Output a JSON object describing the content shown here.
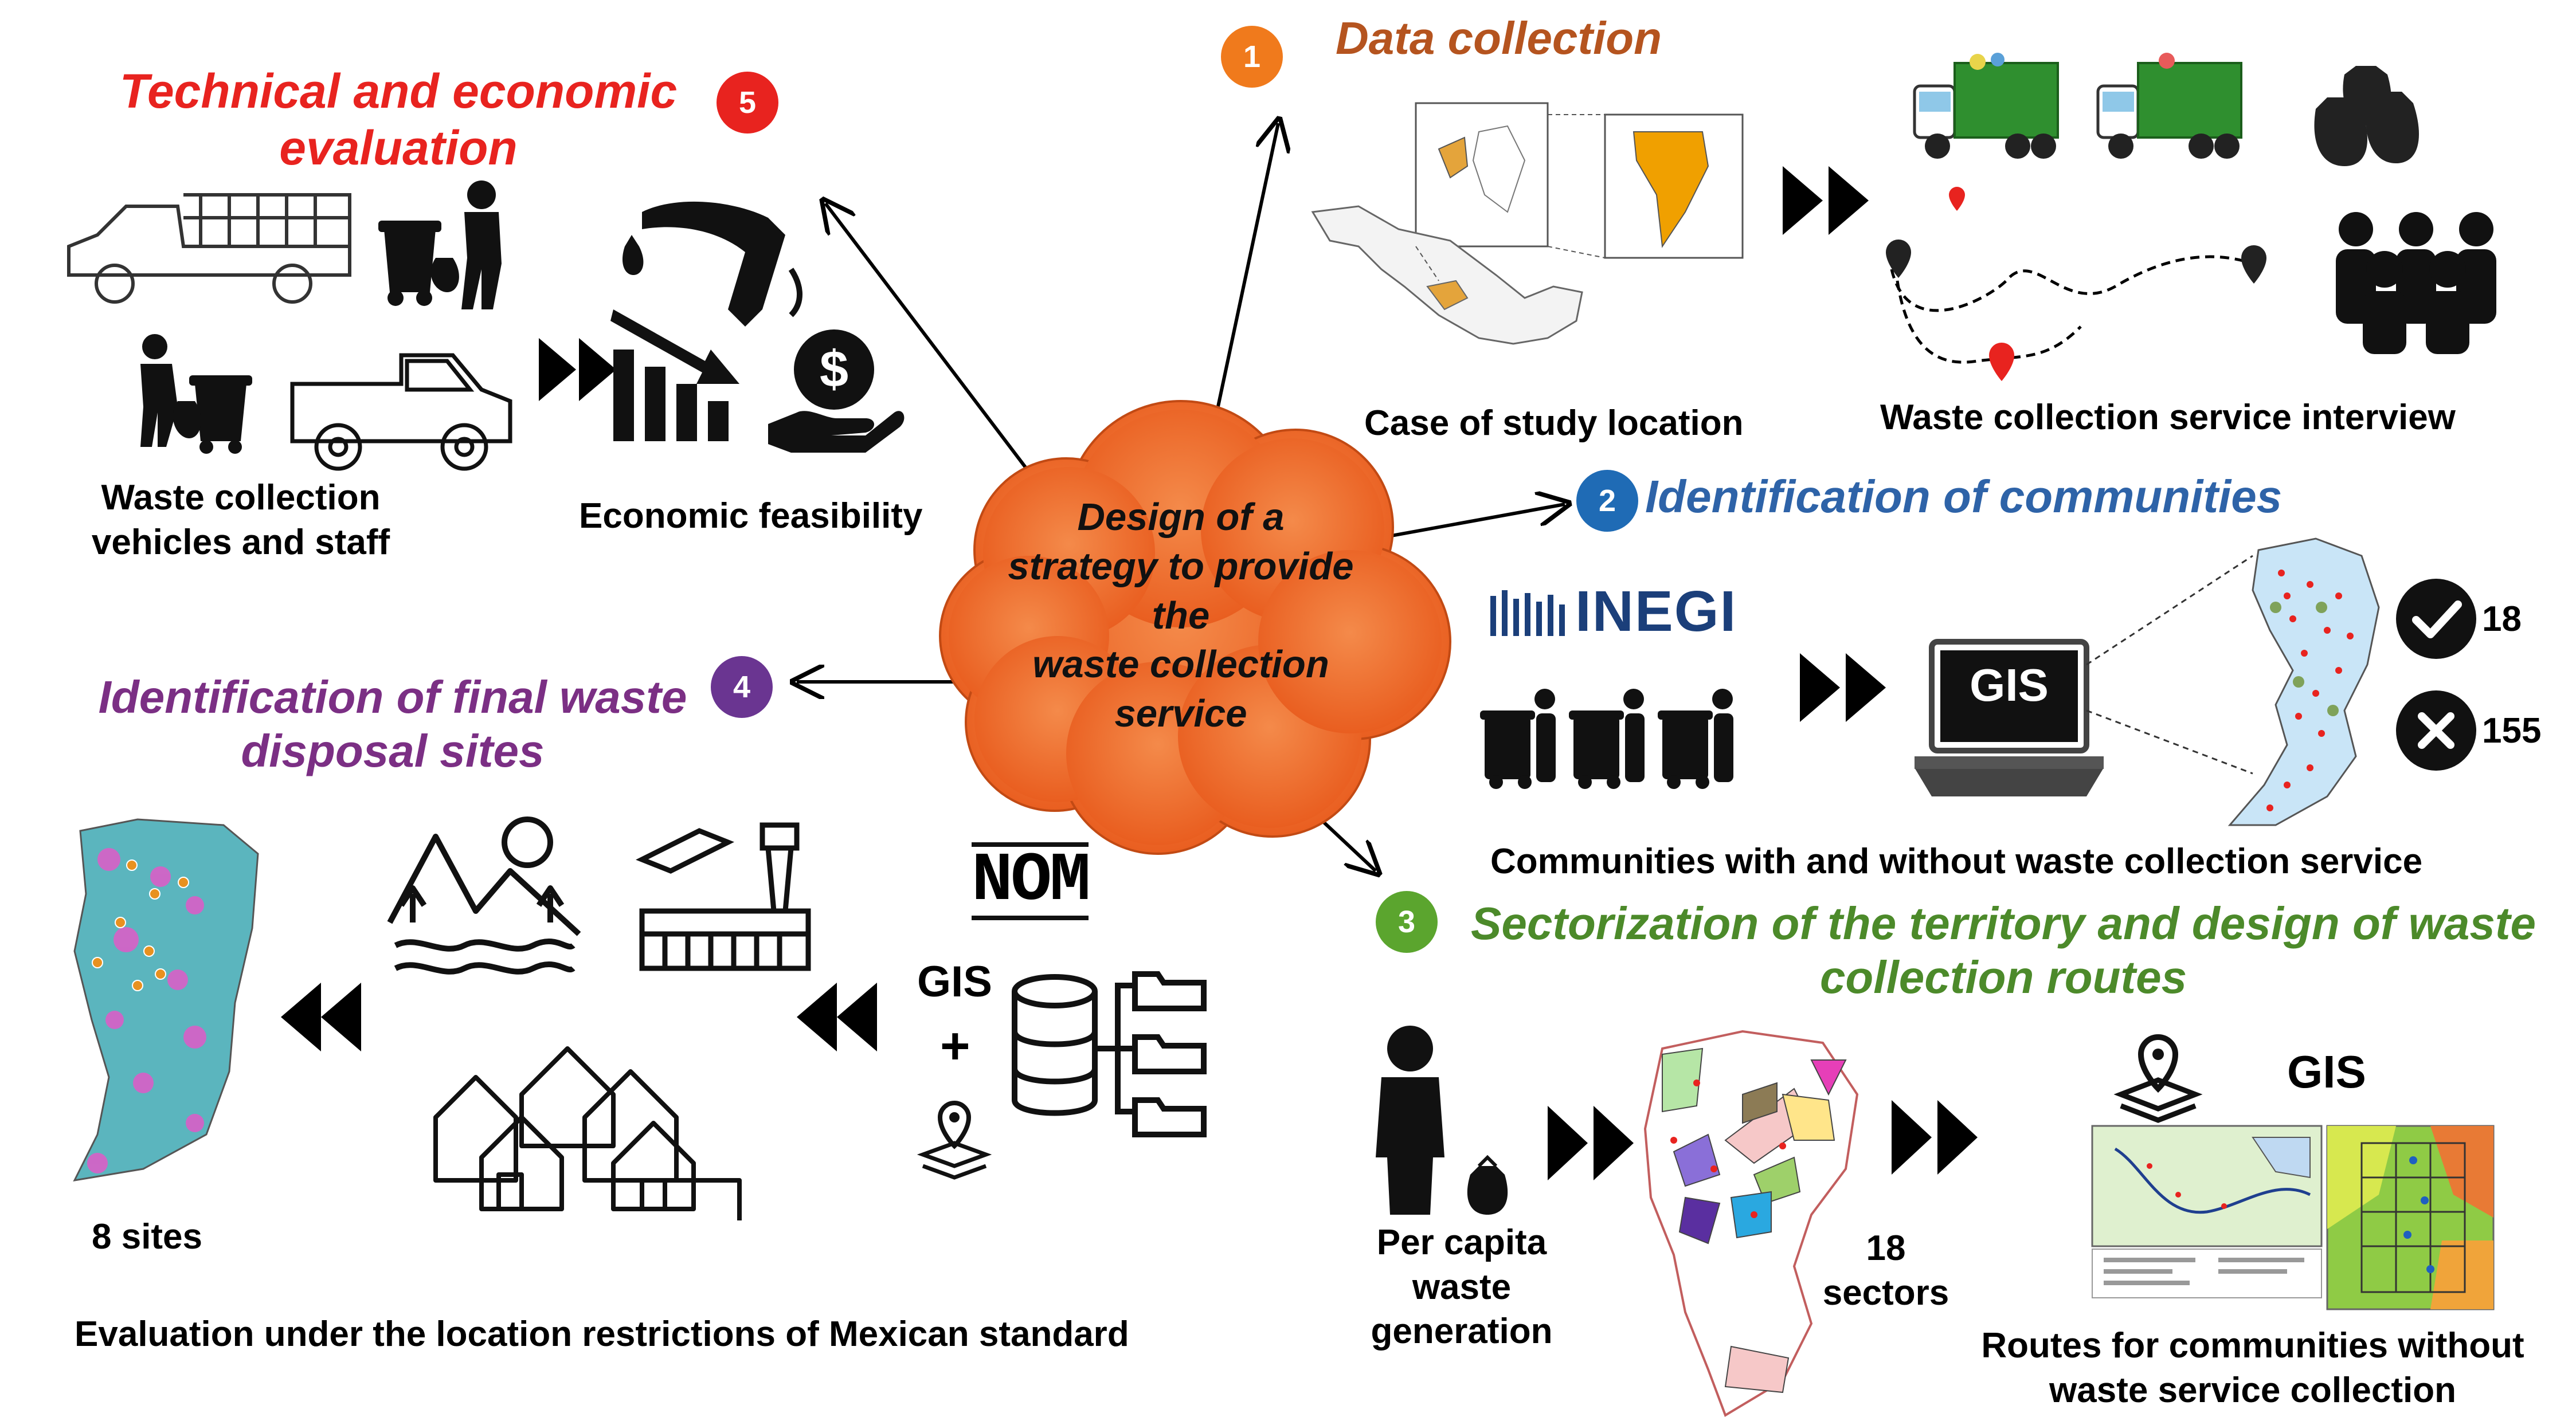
{
  "center": {
    "text": "Design of a strategy to provide the waste collection service",
    "lines": [
      "Design of a",
      "strategy to provide",
      "the",
      "waste collection",
      "service"
    ],
    "cloud_color": "#F26B2A"
  },
  "steps": [
    {
      "number": "1",
      "title": "Data collection",
      "color": "#F07A1C",
      "title_color": "#B5541F",
      "captions": [
        "Case of study location",
        "Waste collection service interview"
      ]
    },
    {
      "number": "2",
      "title": "Identification of communities",
      "color": "#1F6BB5",
      "title_color": "#2E63A8",
      "labels": {
        "inegi": "INEGI",
        "gis": "GIS",
        "with_count": "18",
        "without_count": "155"
      },
      "captions": [
        "Communities with and without waste collection service"
      ]
    },
    {
      "number": "3",
      "title_lines": [
        "Sectorization of the territory and design of waste",
        "collection routes"
      ],
      "color": "#5BA52E",
      "title_color": "#4C8A2A",
      "labels": {
        "gis": "GIS"
      },
      "captions": {
        "per_capita": [
          "Per capita",
          "waste",
          "generation"
        ],
        "sectors": [
          "18",
          "sectors"
        ],
        "routes": [
          "Routes for communities without",
          "waste service collection"
        ]
      }
    },
    {
      "number": "4",
      "title_lines": [
        "Identification of final waste",
        "disposal sites"
      ],
      "color": "#6A3591",
      "title_color": "#7B2F84",
      "labels": {
        "nom": "NOM",
        "gis": "GIS",
        "plus": "+"
      },
      "captions": {
        "sites": "8 sites",
        "evaluation": "Evaluation under the location restrictions of Mexican standard"
      }
    },
    {
      "number": "5",
      "title_lines": [
        "Technical and economic",
        "evaluation"
      ],
      "color": "#E8231F",
      "title_color": "#E8231F",
      "captions": {
        "vehicles": [
          "Waste collection",
          "vehicles and staff"
        ],
        "economic": "Economic feasibility"
      }
    }
  ]
}
